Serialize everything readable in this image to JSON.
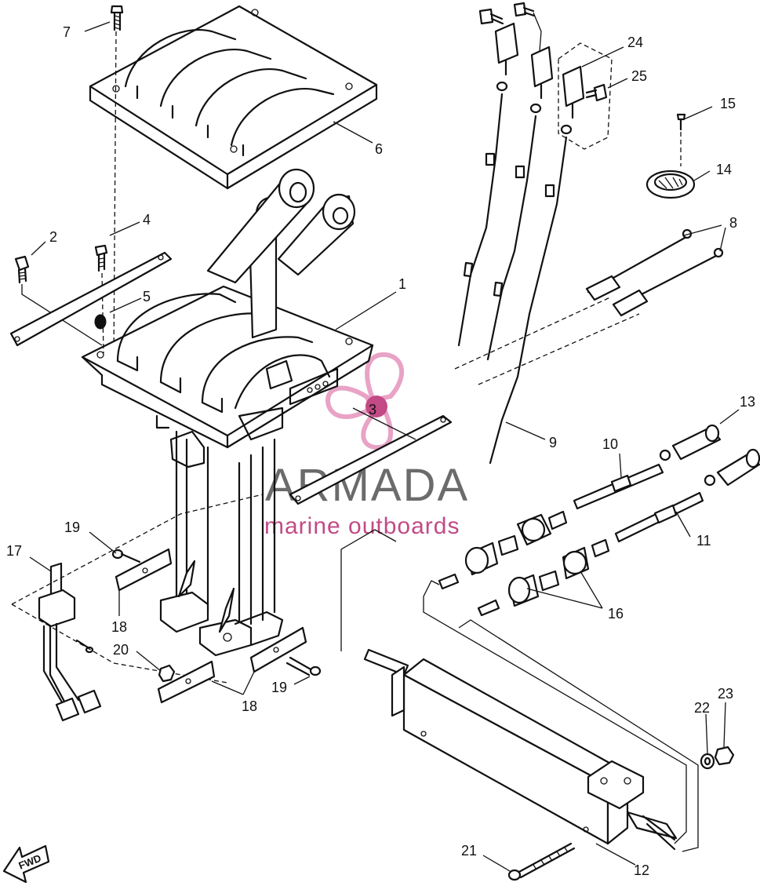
{
  "diagram": {
    "callouts": [
      {
        "id": "c1",
        "label": "1"
      },
      {
        "id": "c2",
        "label": "2"
      },
      {
        "id": "c3",
        "label": "3"
      },
      {
        "id": "c4",
        "label": "4"
      },
      {
        "id": "c5",
        "label": "5"
      },
      {
        "id": "c6",
        "label": "6"
      },
      {
        "id": "c7",
        "label": "7"
      },
      {
        "id": "c8",
        "label": "8"
      },
      {
        "id": "c9",
        "label": "9"
      },
      {
        "id": "c10",
        "label": "10"
      },
      {
        "id": "c11",
        "label": "11"
      },
      {
        "id": "c12",
        "label": "12"
      },
      {
        "id": "c13",
        "label": "13"
      },
      {
        "id": "c14",
        "label": "14"
      },
      {
        "id": "c15",
        "label": "15"
      },
      {
        "id": "c16",
        "label": "16"
      },
      {
        "id": "c17",
        "label": "17"
      },
      {
        "id": "c18a",
        "label": "18"
      },
      {
        "id": "c18b",
        "label": "18"
      },
      {
        "id": "c19a",
        "label": "19"
      },
      {
        "id": "c19b",
        "label": "19"
      },
      {
        "id": "c20",
        "label": "20"
      },
      {
        "id": "c21",
        "label": "21"
      },
      {
        "id": "c22",
        "label": "22"
      },
      {
        "id": "c23",
        "label": "23"
      },
      {
        "id": "c24",
        "label": "24"
      },
      {
        "id": "c25",
        "label": "25"
      }
    ],
    "direction_marker": "FWD"
  },
  "watermark": {
    "brand": "ARMADA",
    "tagline": "marine outboards",
    "colors": {
      "logo_pink": "#e8a3c6",
      "logo_center": "#c24a86",
      "text_gray": "#6b6b6b"
    }
  },
  "colors": {
    "line": "#111111",
    "background": "#ffffff"
  }
}
